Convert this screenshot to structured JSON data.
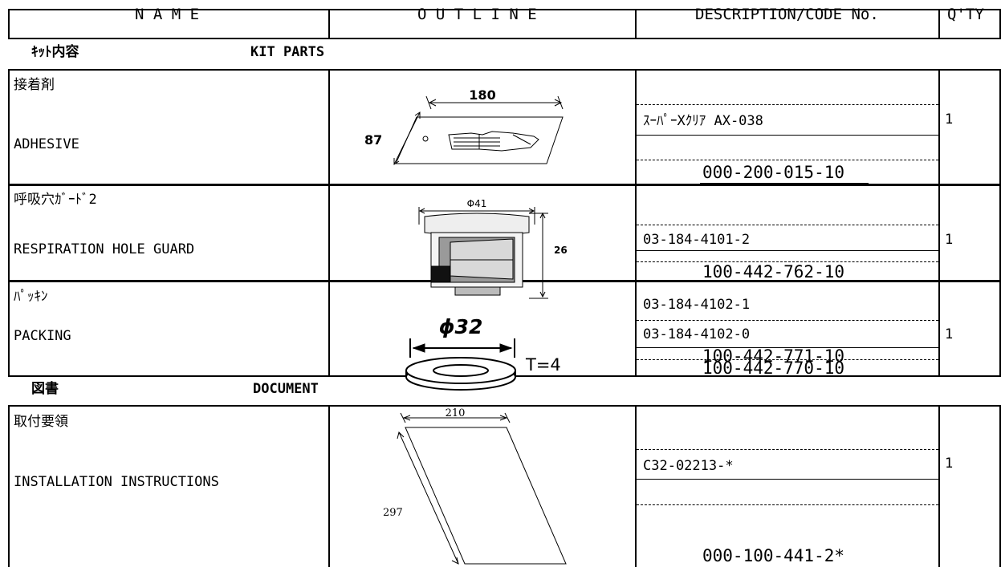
{
  "header": {
    "name": "N A M E",
    "outline": "O U T L I N E",
    "description": "DESCRIPTION/CODE No.",
    "qty": "Q'TY"
  },
  "sections": {
    "kit_parts": {
      "jp": "ｷｯﾄ内容",
      "en": "KIT PARTS"
    },
    "document": {
      "jp": "図書",
      "en": "DOCUMENT"
    }
  },
  "rows": [
    {
      "name_jp": "接着剤",
      "name_en": "ADHESIVE",
      "outline": {
        "width_label": "180",
        "height_label": "87"
      },
      "codes": [
        "ｽｰﾊﾟｰXｸﾘｱ AX-038",
        "000-200-015-10"
      ],
      "qty": "1"
    },
    {
      "name_jp": "呼吸穴ｶﾞｰﾄﾞ2",
      "name_en": "RESPIRATION HOLE GUARD",
      "outline": {
        "diameter_label": "Φ41",
        "height_label": "26"
      },
      "codes": [
        "03-184-4101-2",
        "100-442-762-10"
      ],
      "qty": "1"
    },
    {
      "name_jp": "ﾊﾟｯｷﾝ",
      "name_en": "PACKING",
      "outline": {
        "diameter_label": "ϕ32",
        "thickness_label": "T=4"
      },
      "codes": [
        "03-184-4102-1",
        "03-184-4102-0",
        "100-442-771-10",
        "100-442-770-10"
      ],
      "qty": "1"
    },
    {
      "name_jp": "取付要領",
      "name_en": "INSTALLATION INSTRUCTIONS",
      "outline": {
        "width_label": "210",
        "height_label": "297"
      },
      "codes": [
        "C32-02213-*",
        "000-100-441-2*"
      ],
      "qty": "1"
    }
  ]
}
